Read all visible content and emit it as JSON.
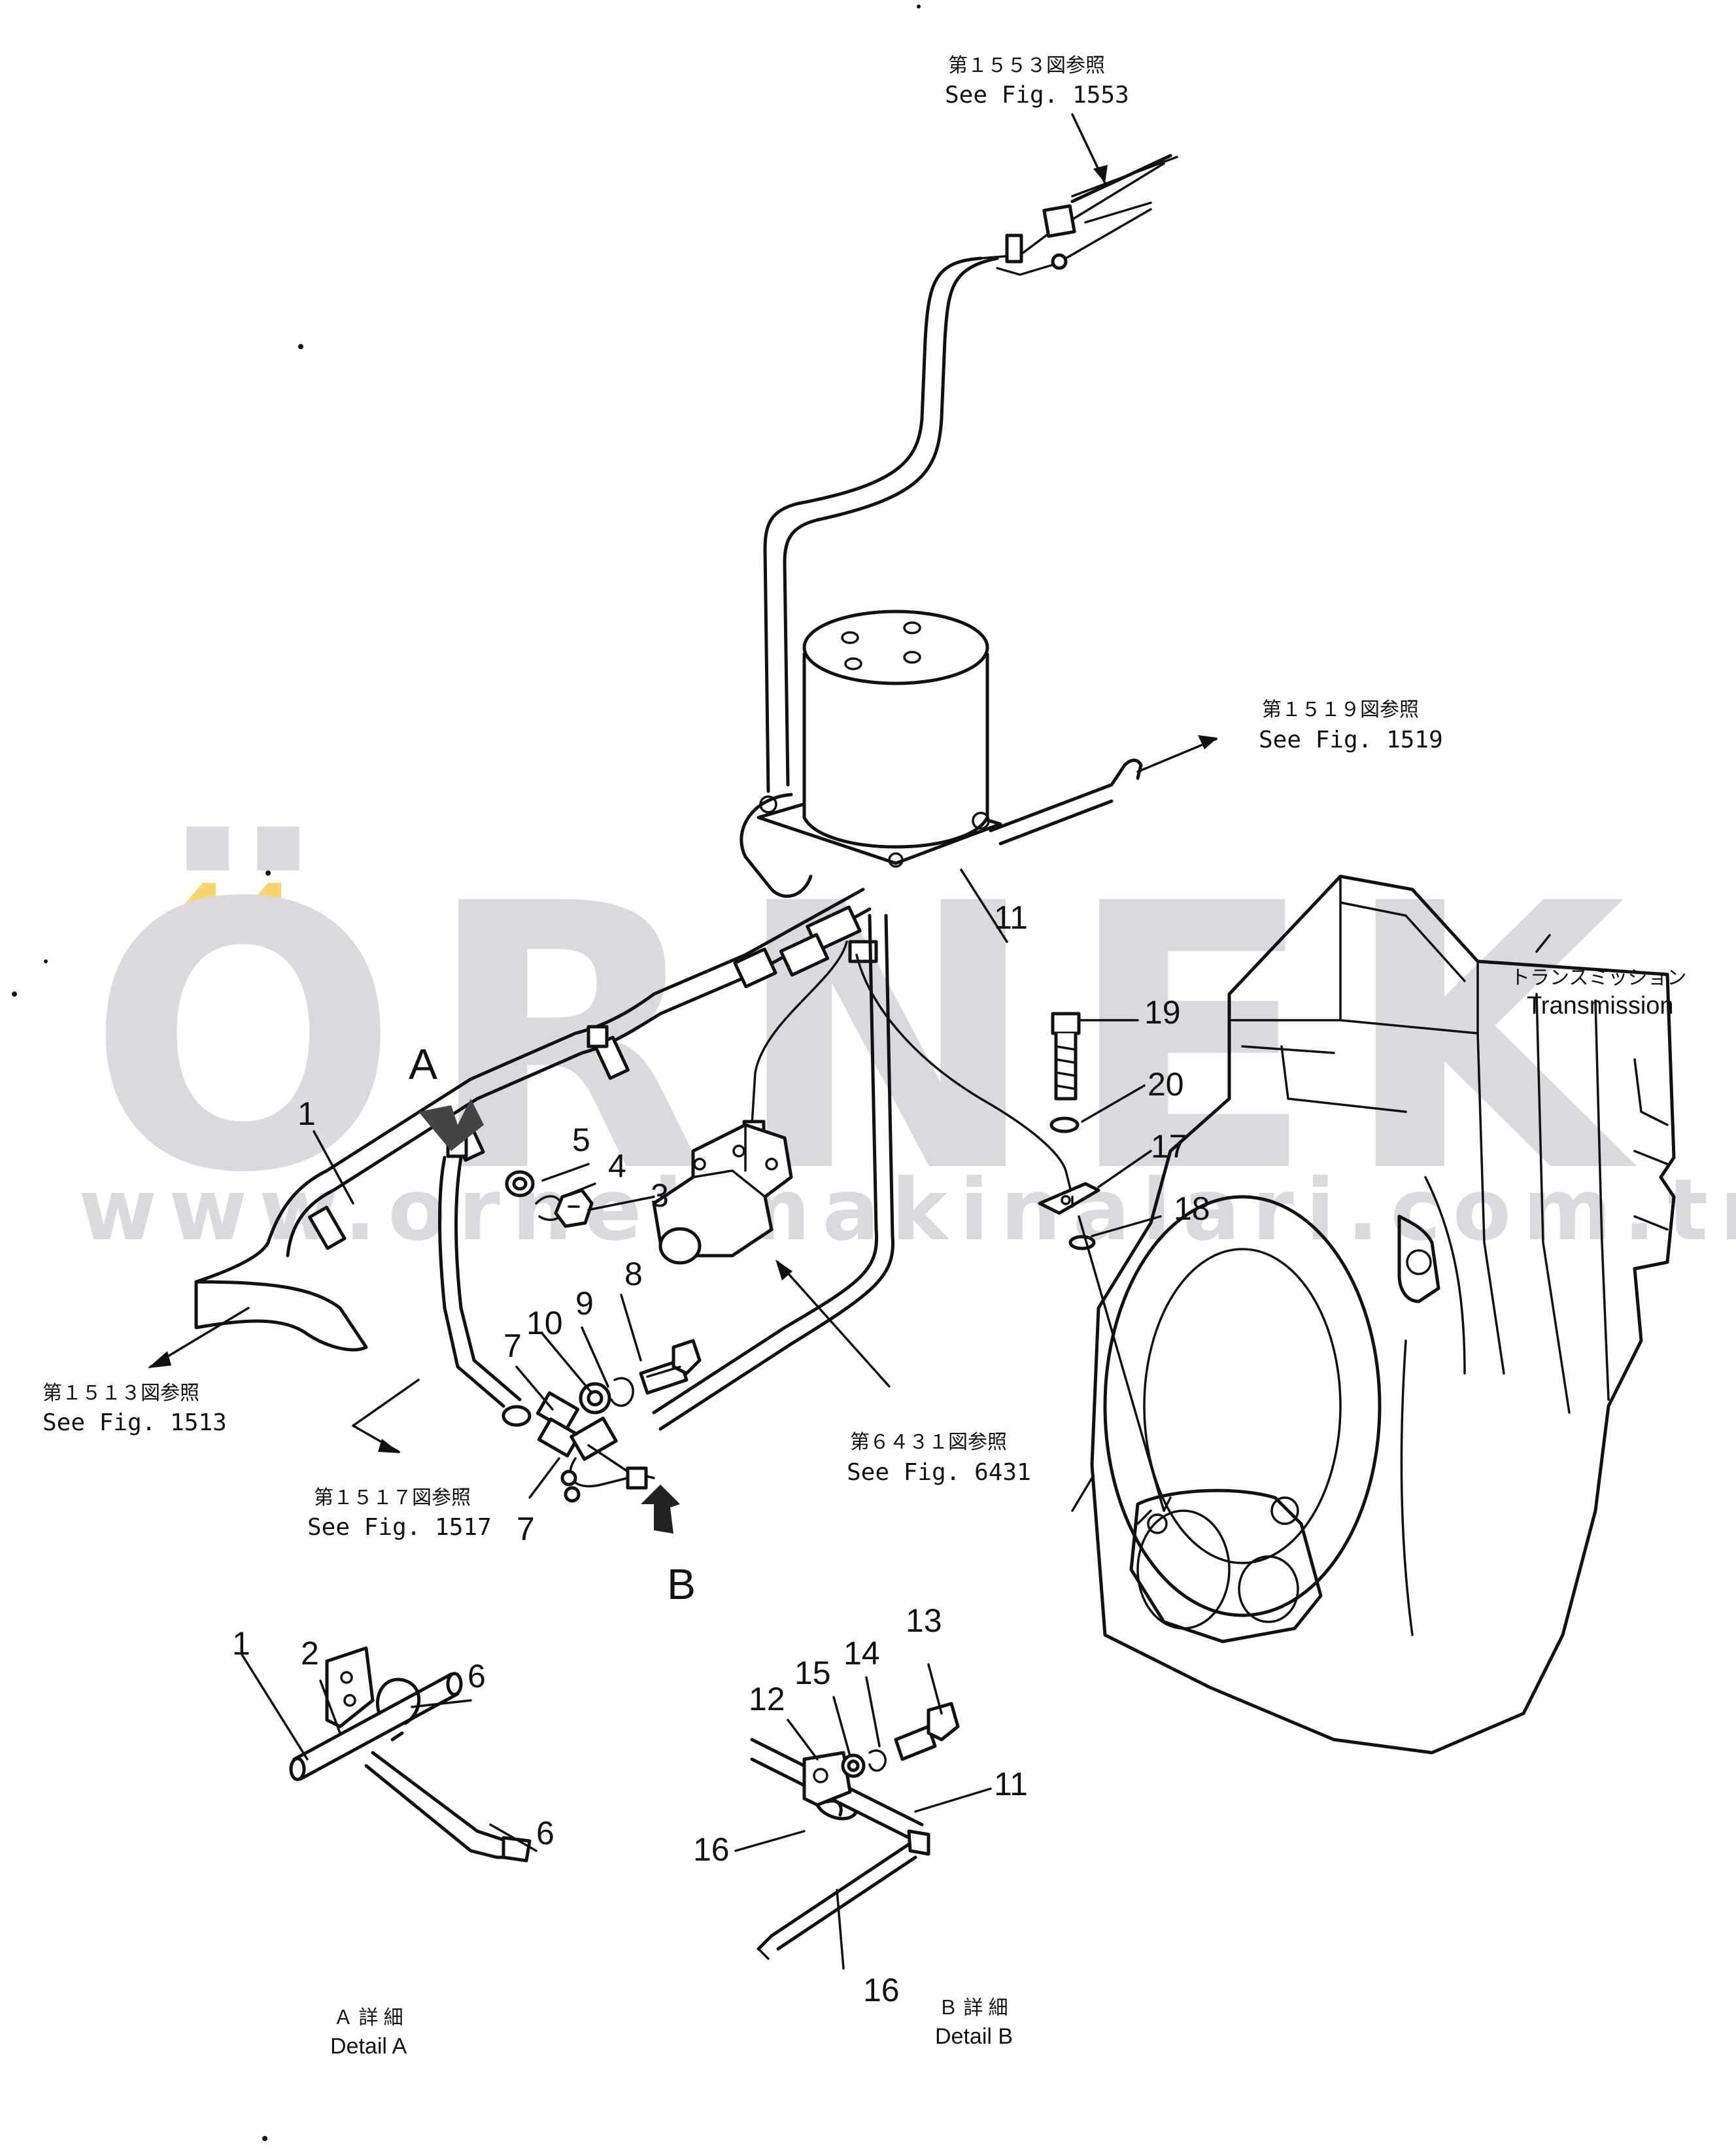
{
  "watermark": {
    "brand": "ÖRNEK",
    "url": "www.ornekmakinalari.com.tr",
    "accent_color": "#f5d76e",
    "text_color": "#d9d9de"
  },
  "references": {
    "fig1553": {
      "jp": "第１５５３図参照",
      "en": "See Fig. 1553"
    },
    "fig1519": {
      "jp": "第１５１９図参照",
      "en": "See Fig. 1519"
    },
    "fig1513": {
      "jp": "第１５１３図参照",
      "en": "See Fig. 1513"
    },
    "fig1517": {
      "jp": "第１５１７図参照",
      "en": "See Fig. 1517"
    },
    "fig6431": {
      "jp": "第６４３１図参照",
      "en": "See Fig. 6431"
    }
  },
  "transmission": {
    "jp": "トランスミッション",
    "en": "Transmission"
  },
  "view_markers": {
    "a": "A",
    "b": "B"
  },
  "details": {
    "a": {
      "jp": "Ａ 詳 細",
      "en": "Detail A"
    },
    "b": {
      "jp": "Ｂ 詳 細",
      "en": "Detail B"
    }
  },
  "callouts": {
    "c1": "1",
    "c2": "2",
    "c3": "3",
    "c4": "4",
    "c5": "5",
    "c6": "6",
    "c7": "7",
    "c8": "8",
    "c9": "9",
    "c10": "10",
    "c11": "11",
    "c12": "12",
    "c13": "13",
    "c14": "14",
    "c15": "15",
    "c16": "16",
    "c17": "17",
    "c18": "18",
    "c19": "19",
    "c20": "20"
  }
}
